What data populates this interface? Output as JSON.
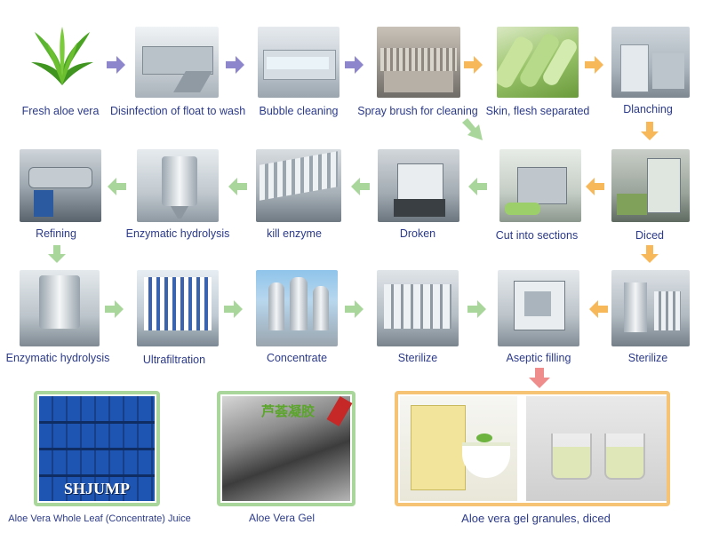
{
  "colors": {
    "arrow_purple": "#8e86cc",
    "arrow_orange": "#f7b85a",
    "arrow_green": "#a9d79b",
    "arrow_pink": "#ef8c8c",
    "label_text": "#2b3a8a",
    "frame_green": "#a9d79b",
    "frame_orange": "#f6c374"
  },
  "row1": {
    "fresh_aloe": "Fresh aloe vera",
    "disinfection": "Disinfection of float to wash",
    "bubble": "Bubble cleaning",
    "spray": "Spray brush for cleaning",
    "skin_flesh": "Skin, flesh separated",
    "blanching": "Dlanching"
  },
  "row2": {
    "refining": "Refining",
    "enzymatic": "Enzymatic hydrolysis",
    "kill": "kill enzyme",
    "broken": "Droken",
    "cut": "Cut into sections",
    "diced": "Diced"
  },
  "row3": {
    "enzymatic": "Enzymatic hydrolysis",
    "ultrafiltration": "Ultrafiltration",
    "concentrate": "Concentrate",
    "sterilize_a": "Sterilize",
    "aseptic": "Aseptic filling",
    "sterilize_b": "Sterilize"
  },
  "products": {
    "juice": "Aloe Vera Whole Leaf (Concentrate) Juice",
    "juice_brand": "SHJUMP",
    "gel": "Aloe Vera Gel",
    "gel_bag_text": "芦荟凝胶",
    "granules": "Aloe vera gel granules, diced"
  }
}
